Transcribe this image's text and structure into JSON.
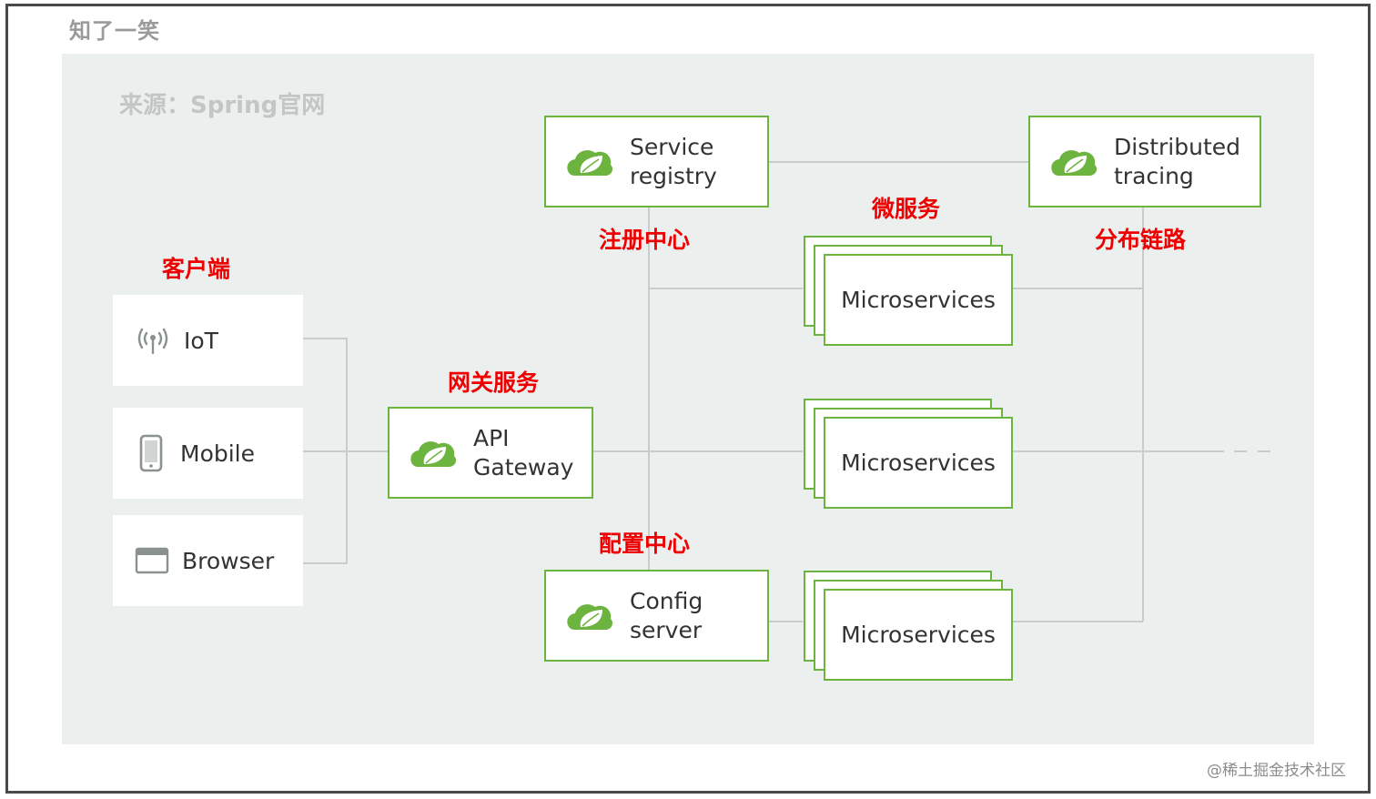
{
  "header": {
    "watermark_top": "知了一笑",
    "source": "来源：Spring官网",
    "watermark_bottom": "@稀土掘金技术社区"
  },
  "annotations": {
    "clients": "客户端",
    "gateway": "网关服务",
    "registry": "注册中心",
    "microservices": "微服务",
    "tracing": "分布链路",
    "config": "配置中心"
  },
  "clients": [
    {
      "label": "IoT",
      "icon": "antenna-icon"
    },
    {
      "label": "Mobile",
      "icon": "phone-icon"
    },
    {
      "label": "Browser",
      "icon": "browser-window-icon"
    }
  ],
  "services": {
    "gateway": {
      "line1": "API",
      "line2": "Gateway",
      "icon": "spring-leaf-icon"
    },
    "registry": {
      "line1": "Service",
      "line2": "registry",
      "icon": "spring-leaf-icon"
    },
    "config": {
      "line1": "Config",
      "line2": "server",
      "icon": "spring-leaf-icon"
    },
    "tracing": {
      "line1": "Distributed",
      "line2": "tracing",
      "icon": "spring-leaf-icon"
    }
  },
  "microservices": [
    {
      "label": "Microservices"
    },
    {
      "label": "Microservices"
    },
    {
      "label": "Microservices"
    }
  ],
  "colors": {
    "spring_green": "#6db33f",
    "annotation_red": "#ee0000",
    "connector": "#c8cccb",
    "background": "#ebf0ef"
  }
}
